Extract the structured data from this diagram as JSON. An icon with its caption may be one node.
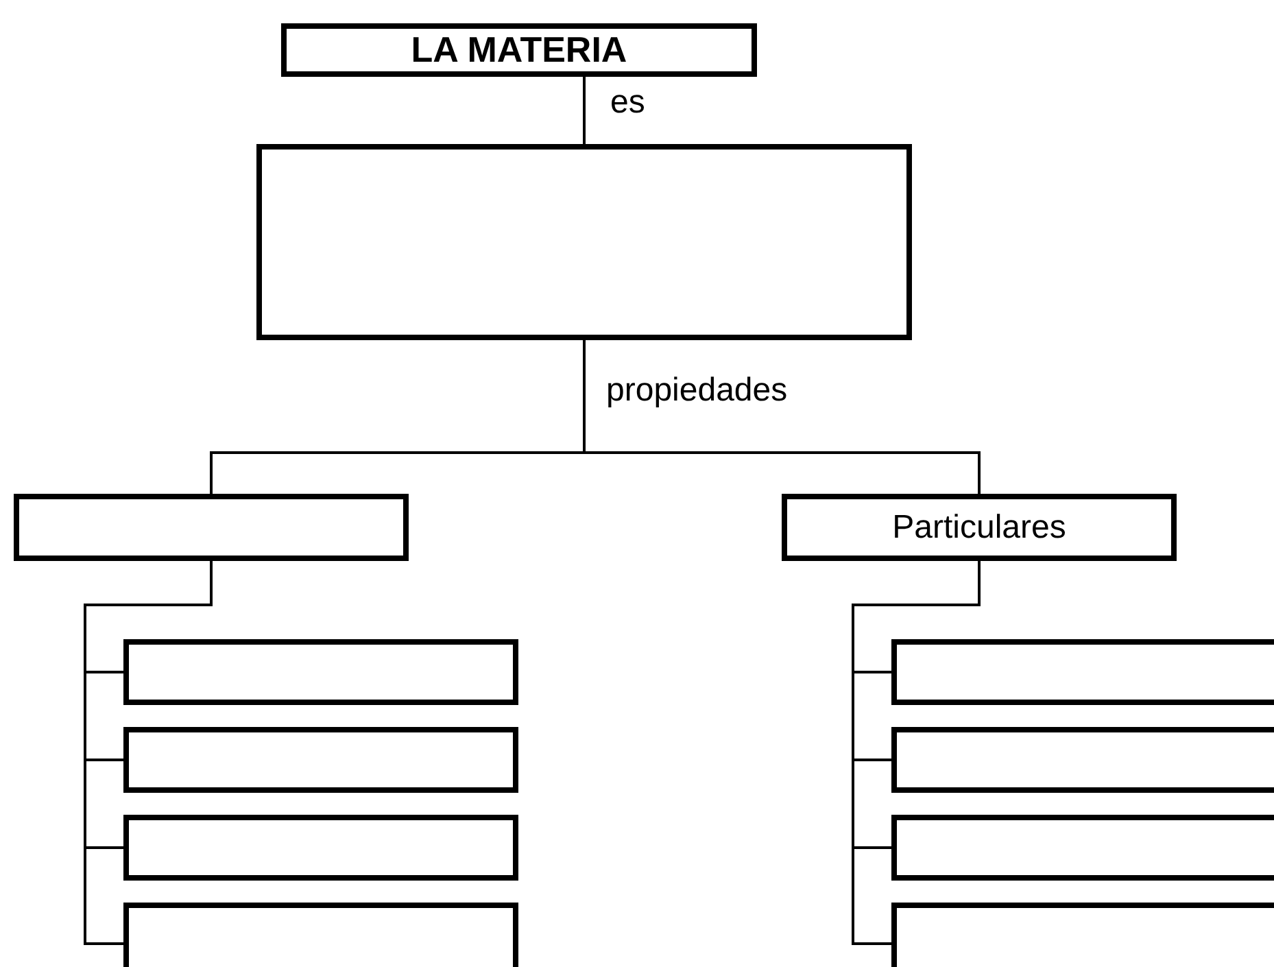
{
  "diagram": {
    "nodes": [
      {
        "text": [
          "LA MATERIA"
        ]
      },
      {
        "text": [],
        "shape": "box"
      },
      {
        "text": [],
        "shape": "box"
      },
      {
        "text": [
          "Particulares"
        ]
      },
      {
        "text": [],
        "shape": "box"
      },
      {
        "text": [],
        "shape": "box"
      },
      {
        "text": [],
        "shape": "box"
      },
      {
        "text": [],
        "shape": "box"
      },
      {
        "text": [],
        "shape": "box"
      },
      {
        "text": [],
        "shape": "box"
      },
      {
        "text": [],
        "shape": "box"
      },
      {
        "text": [],
        "shape": "box"
      }
    ],
    "edges": [
      {
        "from": 0,
        "to": 1,
        "arrow": "none",
        "label": "es"
      },
      {
        "from": 1,
        "to": 2,
        "arrow": "none",
        "label": "propiedades"
      },
      {
        "from": 1,
        "to": 3,
        "arrow": "none"
      },
      {
        "from": 2,
        "to": 4,
        "arrow": "none"
      },
      {
        "from": 2,
        "to": 5,
        "arrow": "none"
      },
      {
        "from": 2,
        "to": 6,
        "arrow": "none"
      },
      {
        "from": 2,
        "to": 7,
        "arrow": "none"
      },
      {
        "from": 3,
        "to": 8,
        "arrow": "none"
      },
      {
        "from": 3,
        "to": 9,
        "arrow": "none"
      },
      {
        "from": 3,
        "to": 10,
        "arrow": "none"
      },
      {
        "from": 3,
        "to": 11,
        "arrow": "none"
      }
    ]
  }
}
